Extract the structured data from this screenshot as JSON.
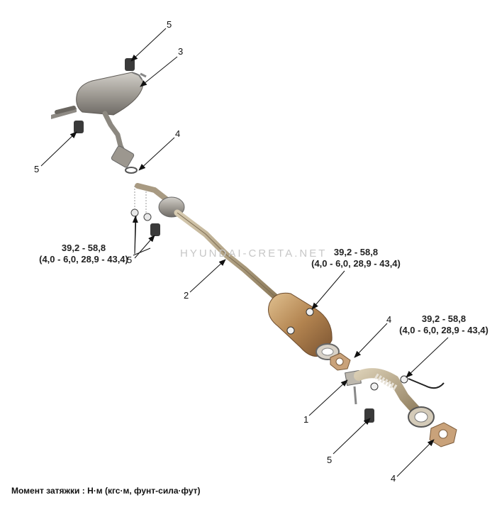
{
  "watermark": "HYUNDAI-CRETA.NET",
  "caption": "Момент затяжки : Н·м (кгс·м, фунт-сила·фут)",
  "callouts": [
    {
      "id": "muffler-top-hanger",
      "num": "5"
    },
    {
      "id": "rear-muffler",
      "num": "3"
    },
    {
      "id": "rear-left-hanger",
      "num": "5"
    },
    {
      "id": "rear-gasket",
      "num": "4"
    },
    {
      "id": "center-hanger",
      "num": "5"
    },
    {
      "id": "center-pipe",
      "num": "2"
    },
    {
      "id": "front-gasket-upper",
      "num": "4"
    },
    {
      "id": "front-pipe",
      "num": "1"
    },
    {
      "id": "front-hanger",
      "num": "5"
    },
    {
      "id": "front-gasket-lower",
      "num": "4"
    }
  ],
  "torques": [
    {
      "id": "torque-left",
      "line1": "39,2 - 58,8",
      "line2": "(4,0 - 6,0, 28,9 - 43,4)"
    },
    {
      "id": "torque-center",
      "line1": "39,2 - 58,8",
      "line2": "(4,0 - 6,0, 28,9 - 43,4)"
    },
    {
      "id": "torque-right",
      "line1": "39,2 - 58,8",
      "line2": "(4,0 - 6,0, 28,9 - 43,4)"
    }
  ],
  "colors": {
    "muffler": "#9a968f",
    "pipe": "#b9aa8c",
    "catalyst": "#b8895a",
    "rubber": "#3a3a3a",
    "gasket": "#c9a27a",
    "leader": "#111111"
  }
}
